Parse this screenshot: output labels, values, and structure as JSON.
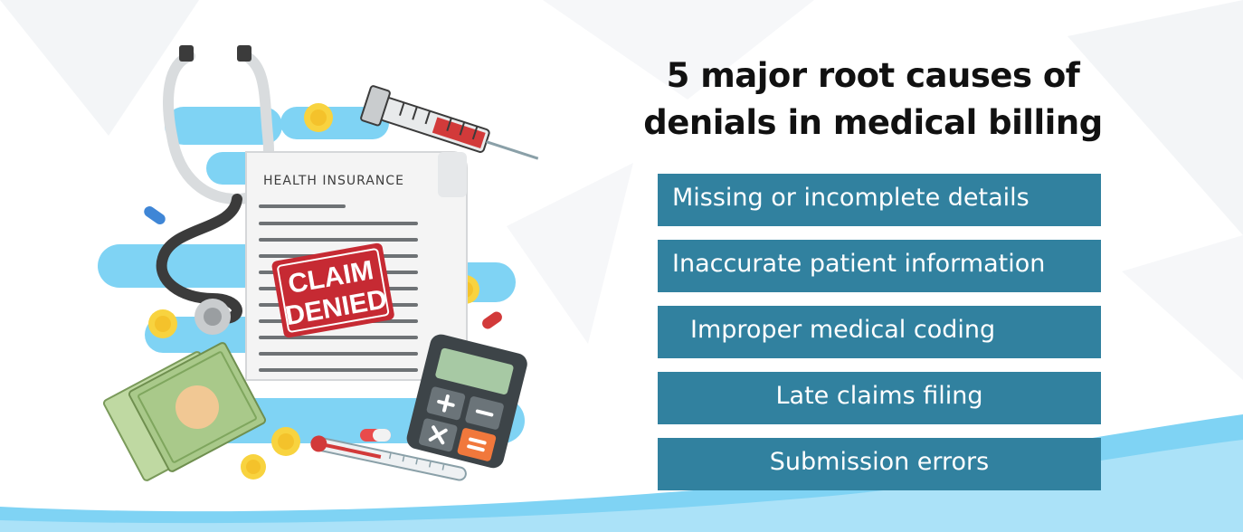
{
  "title": {
    "line1": "5 major root causes of",
    "line2": "denials in medical billing"
  },
  "causes": [
    "Missing or incomplete details",
    "Inaccurate patient information",
    "Improper medical coding",
    "Late claims filing",
    "Submission errors"
  ],
  "illustration": {
    "document_title": "HEALTH INSURANCE",
    "stamp_line1": "CLAIM",
    "stamp_line2": "DENIED"
  },
  "colors": {
    "cause_box": "#31819f",
    "light_blue": "#7fd3f4",
    "stamp_red": "#c62a33",
    "money_green": "#a9c98a",
    "coin_yellow": "#f8d33f"
  },
  "icons": [
    "stethoscope-icon",
    "syringe-icon",
    "calculator-icon",
    "thermometer-icon",
    "money-icon",
    "coin-icon",
    "pill-icon"
  ]
}
